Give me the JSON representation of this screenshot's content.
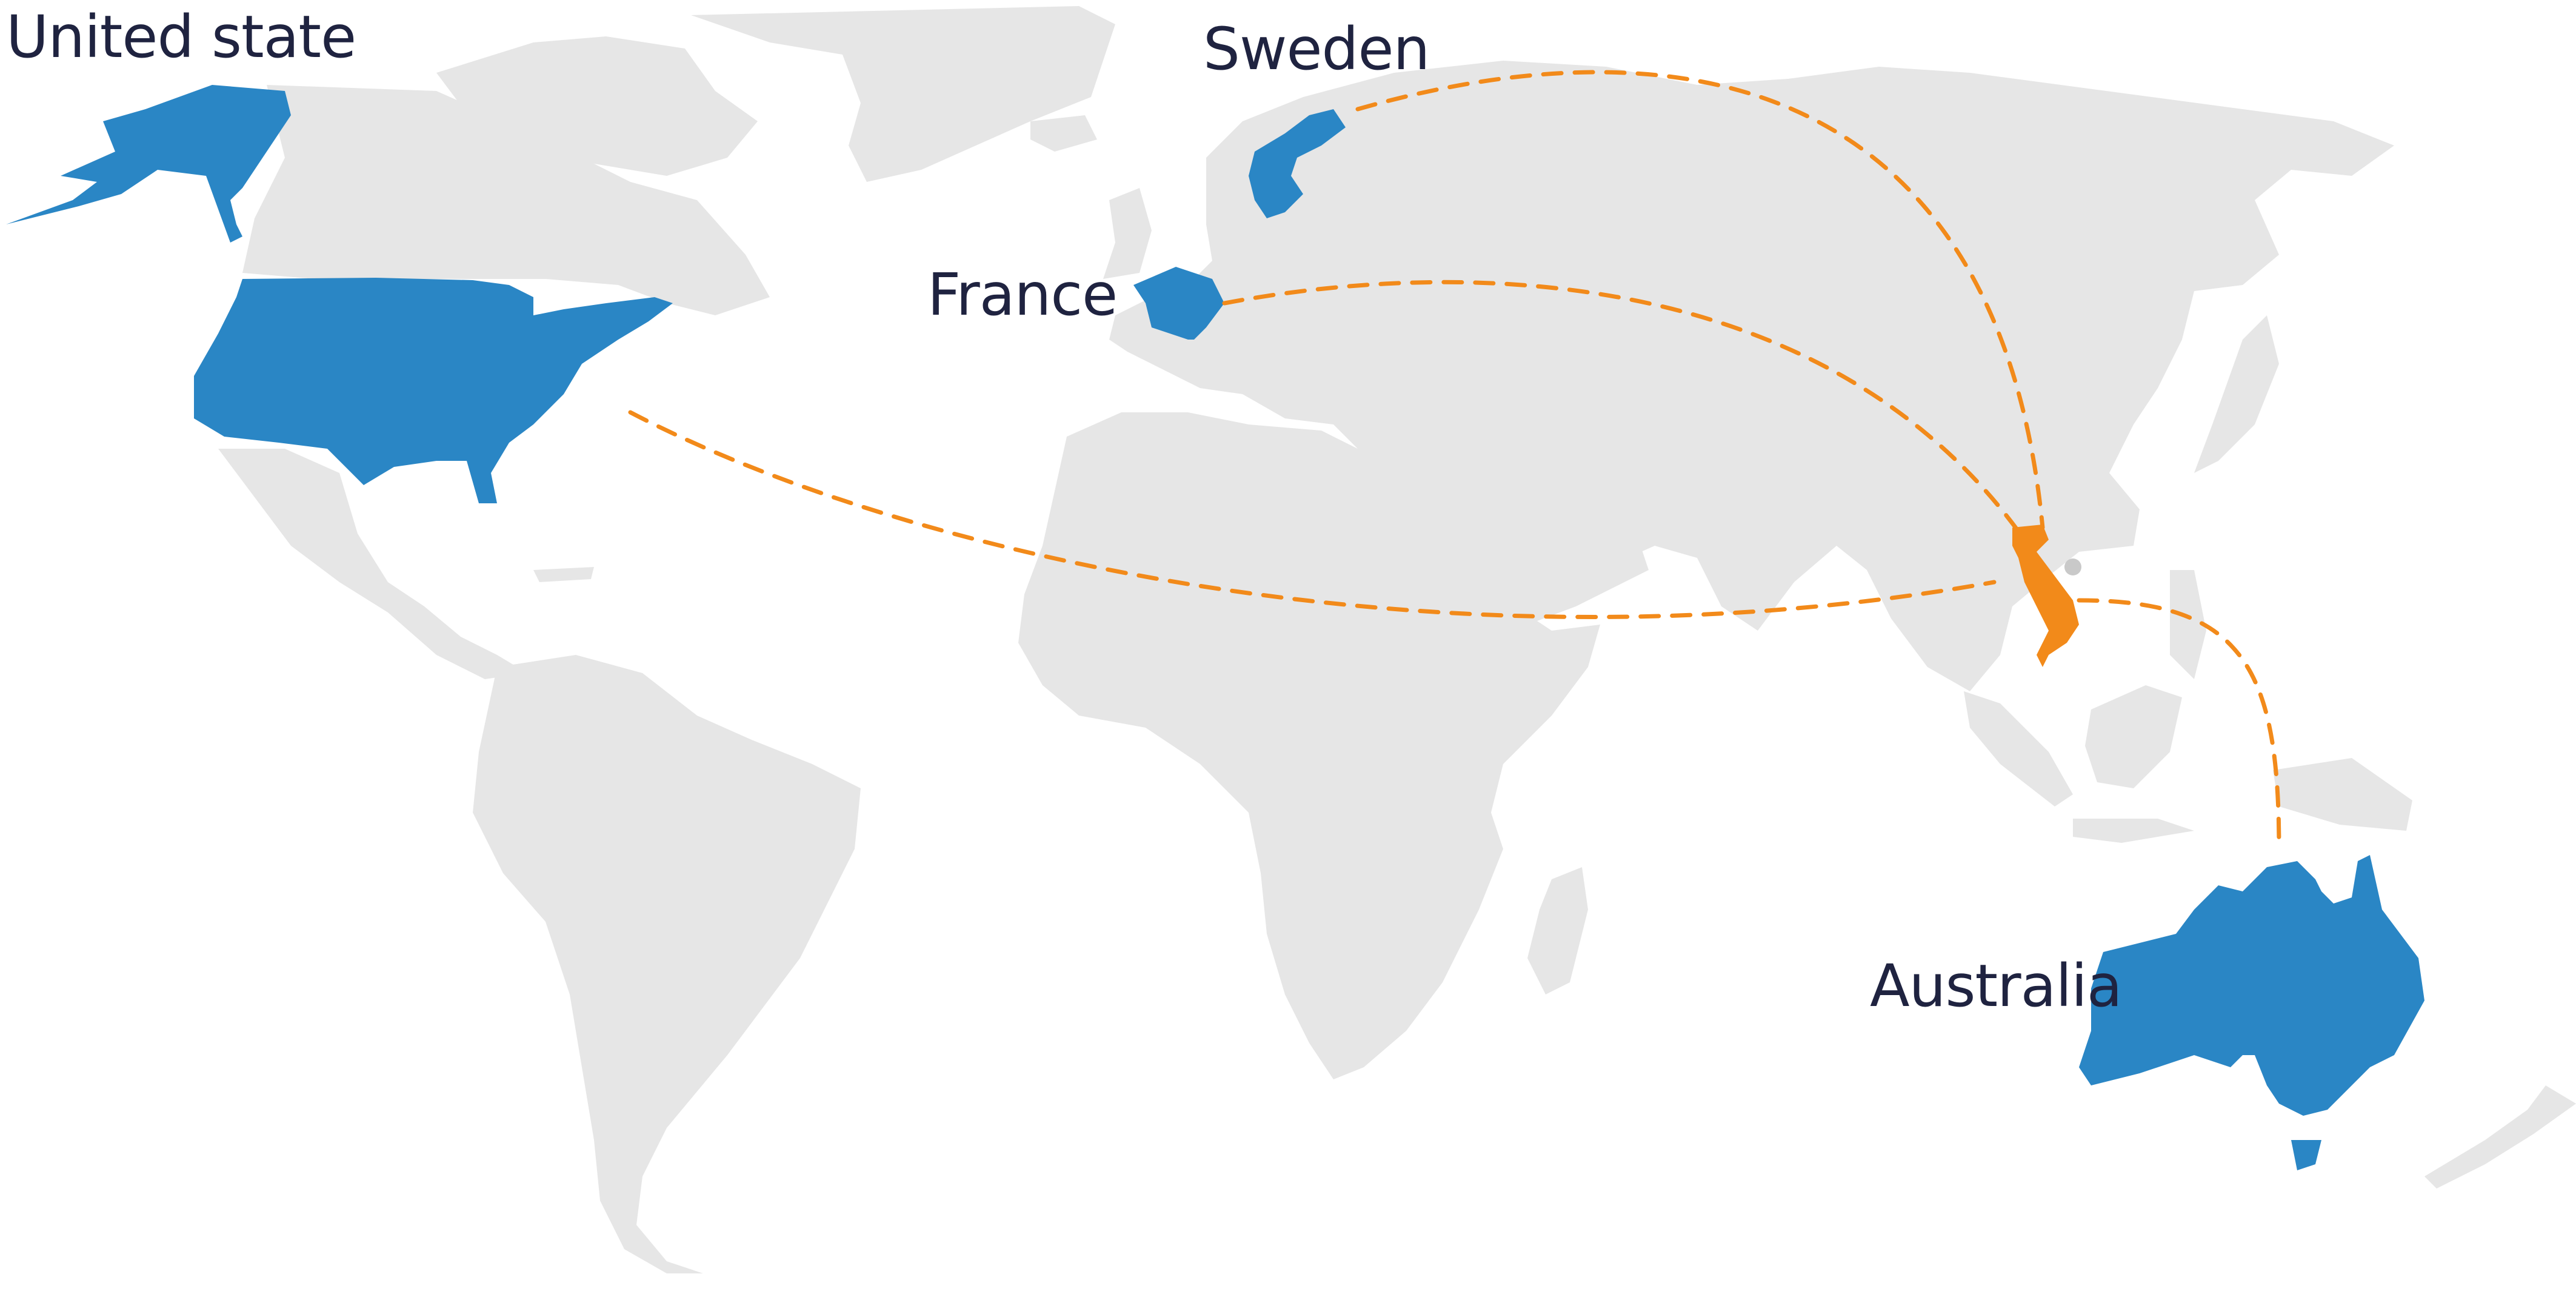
{
  "map": {
    "land_color": "#e6e6e6",
    "highlight_color": "#2a86c5",
    "origin_color": "#f28a1a",
    "route_color": "#f28a1a",
    "route_style": "dashed",
    "labels": {
      "united_states": "United state",
      "sweden": "Sweden",
      "france": "France",
      "australia": "Australia"
    },
    "routes": [
      {
        "from": "Vietnam",
        "to": "United state"
      },
      {
        "from": "Vietnam",
        "to": "Sweden"
      },
      {
        "from": "Vietnam",
        "to": "France"
      },
      {
        "from": "Vietnam",
        "to": "Australia"
      }
    ]
  }
}
